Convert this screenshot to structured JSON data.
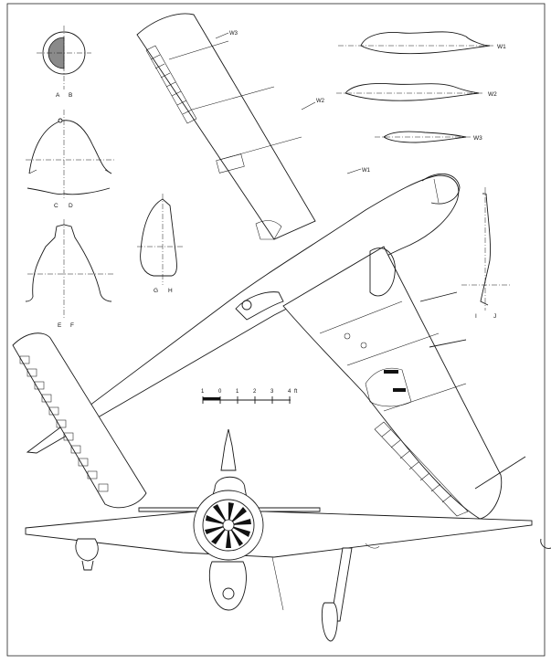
{
  "section_labels": {
    "a": "A",
    "b": "B",
    "c": "C",
    "d": "D",
    "e": "E",
    "f": "F",
    "g": "G",
    "h": "H",
    "i": "I",
    "j": "J"
  },
  "wing_stations": {
    "w1": "W1",
    "w2": "W2",
    "w3": "W3"
  },
  "scale_bar": {
    "ticks": [
      "1",
      "0",
      "1",
      "2",
      "3",
      "4"
    ],
    "unit": "ft"
  }
}
